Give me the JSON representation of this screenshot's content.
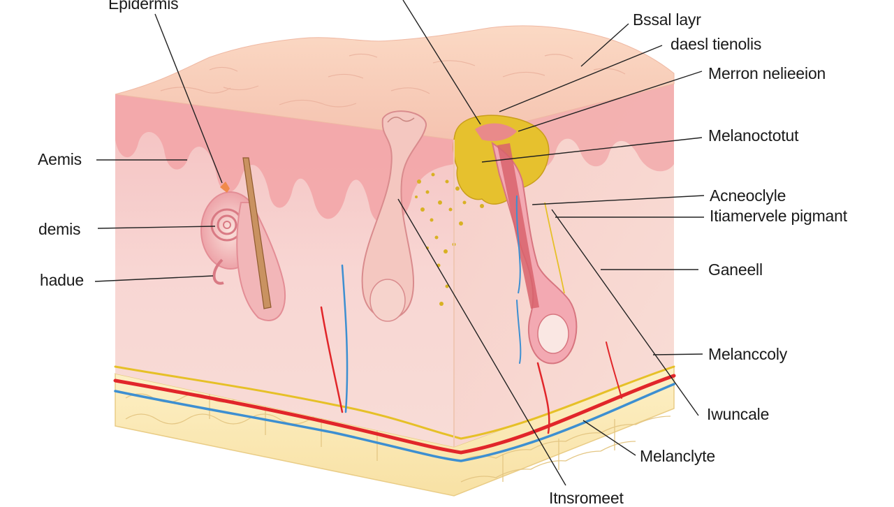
{
  "diagram": {
    "labels": {
      "epidermis": "Epidermis",
      "aemis": "Aemis",
      "demis": "demis",
      "hadue": "hadue",
      "basal_layer": "Bssal layr",
      "daesl_tienolis": "daesl tienolis",
      "merron_nelieeion": "Merron nelieeion",
      "melanoctotut": "Melanoctotut",
      "acneoclyle": "Acneoclyle",
      "itiamervele_pigmant": "Itiamervele pigmant",
      "ganeell": "Ganeell",
      "melanccoly": "Melanccoly",
      "iwuncale": "Iwuncale",
      "melanclyte": "Melanclyte",
      "itnsromeet": "Itnsromeet"
    },
    "colors": {
      "skin_surface": "#f6cbb5",
      "epidermis_band": "#f2a7a8",
      "dermis": "#f7d3cf",
      "fat": "#fbe7ae",
      "artery": "#e1262a",
      "vein": "#3d8fd1",
      "nerve": "#e6c027",
      "melanin": "#d8b123",
      "leader_line": "#222222"
    }
  }
}
